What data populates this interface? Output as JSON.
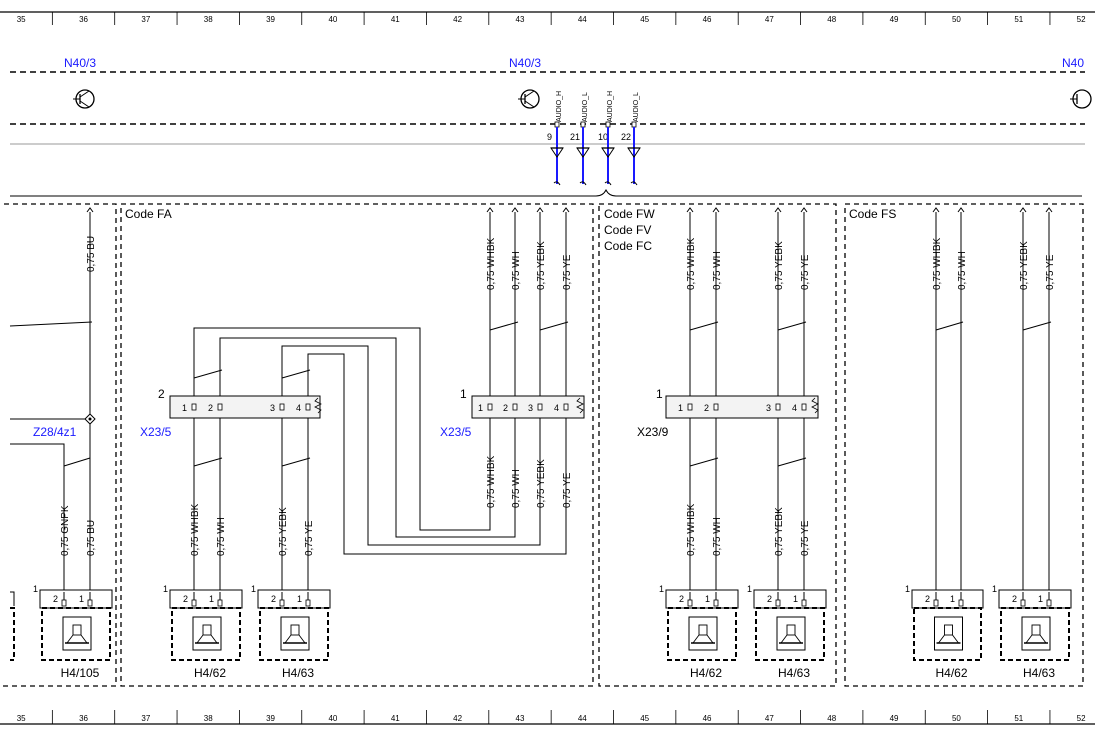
{
  "ruler": {
    "columns": [
      "35",
      "36",
      "37",
      "38",
      "39",
      "40",
      "41",
      "42",
      "43",
      "44",
      "45",
      "46",
      "47",
      "48",
      "49",
      "50",
      "51",
      "52"
    ]
  },
  "top": {
    "ref_left": "N40/3",
    "ref_center": "N40/3",
    "ref_right": "N40",
    "audio_pins": [
      {
        "num": "9",
        "label": "AUDIO_H"
      },
      {
        "num": "21",
        "label": "AUDIO_L"
      },
      {
        "num": "10",
        "label": "AUDIO_H"
      },
      {
        "num": "22",
        "label": "AUDIO_L"
      }
    ]
  },
  "sections": {
    "left": {
      "top_wire": "0,75 BU",
      "connector": "Z28/4z1",
      "bottom_wires": [
        "0,75 GNPK",
        "0,75 BU"
      ],
      "component": "H4/105",
      "pin_count": "1",
      "pins": [
        "2",
        "1"
      ]
    },
    "fa": {
      "code": "Code FA",
      "connector_left": {
        "label": "X23/5",
        "num": "2",
        "pins": [
          "1",
          "2",
          "3",
          "4"
        ]
      },
      "connector_right": {
        "label": "X23/5",
        "num": "1",
        "pins": [
          "1",
          "2",
          "3",
          "4"
        ]
      },
      "top_wires": [
        "0,75 WHBK",
        "0,75 WH",
        "0,75 YEBK",
        "0,75 YE"
      ],
      "mid_wires": [
        "0,75 WHBK",
        "0,75 WH",
        "0,75 YEBK",
        "0,75 YE"
      ],
      "bottom_wires": [
        "0,75 WHBK",
        "0,75 WH",
        "0,75 YEBK",
        "0,75 YE"
      ],
      "speakers": [
        {
          "label": "H4/62",
          "num": "1",
          "pins": [
            "2",
            "1"
          ]
        },
        {
          "label": "H4/63",
          "num": "1",
          "pins": [
            "2",
            "1"
          ]
        }
      ]
    },
    "fw": {
      "codes": [
        "Code FW",
        "Code FV",
        "Code FC"
      ],
      "connector": {
        "label": "X23/9",
        "num": "1",
        "pins": [
          "1",
          "2",
          "3",
          "4"
        ]
      },
      "top_wires": [
        "0,75 WHBK",
        "0,75 WH",
        "0,75 YEBK",
        "0,75 YE"
      ],
      "bottom_wires": [
        "0,75 WHBK",
        "0,75 WH",
        "0,75 YEBK",
        "0,75 YE"
      ],
      "speakers": [
        {
          "label": "H4/62",
          "num": "1",
          "pins": [
            "2",
            "1"
          ]
        },
        {
          "label": "H4/63",
          "num": "1",
          "pins": [
            "2",
            "1"
          ]
        }
      ]
    },
    "fs": {
      "code": "Code FS",
      "top_wires": [
        "0,75 WHBK",
        "0,75 WH",
        "0,75 YEBK",
        "0,75 YE"
      ],
      "speakers": [
        {
          "label": "H4/62",
          "num": "1",
          "pins": [
            "2",
            "1"
          ]
        },
        {
          "label": "H4/63",
          "num": "1",
          "pins": [
            "2",
            "1"
          ]
        }
      ]
    }
  }
}
